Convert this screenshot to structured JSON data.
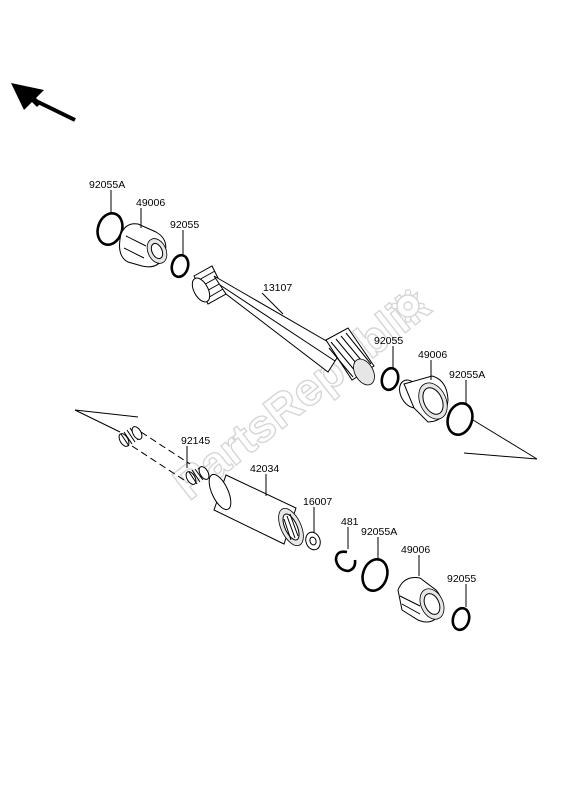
{
  "watermark": {
    "text": "PartsRepublik"
  },
  "parts": {
    "p92055A_top": "92055A",
    "p49006_top": "49006",
    "p92055_top": "92055",
    "p13107": "13107",
    "p92055_mid": "92055",
    "p49006_mid": "49006",
    "p92055A_mid": "92055A",
    "p92145": "92145",
    "p42034": "42034",
    "p16007": "16007",
    "p481": "481",
    "p92055A_bot": "92055A",
    "p49006_bot": "49006",
    "p92055_bot": "92055"
  },
  "icons": {
    "direction": "direction-arrow-icon",
    "watermark_logo": "gear-logo-icon"
  }
}
